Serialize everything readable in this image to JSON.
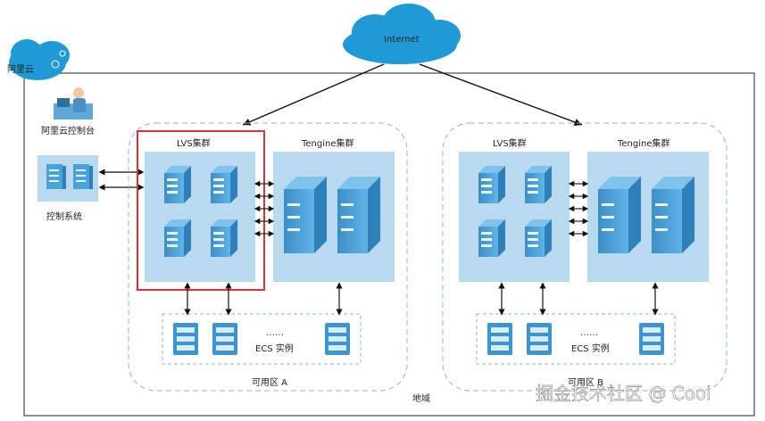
{
  "cloud_internet": {
    "label": "Internet"
  },
  "aliyun": {
    "label": "阿里云"
  },
  "console": {
    "label": "阿里云控制台"
  },
  "control_system": {
    "label": "控制系统"
  },
  "zone_a": {
    "label": "可用区 A",
    "lvs_label": "LVS集群",
    "tengine_label": "Tengine集群",
    "ecs_label": "ECS 实例",
    "ellipsis": "……"
  },
  "zone_b": {
    "label": "可用区 B",
    "lvs_label": "LVS集群",
    "tengine_label": "Tengine集群",
    "ecs_label": "ECS 实例",
    "ellipsis": "……"
  },
  "region": {
    "label": "地域"
  },
  "watermark": {
    "text": "掘金技术社区 @ Cool"
  },
  "colors": {
    "cluster_fill": "#b9d9ef",
    "server_fill": "#4aa3d8",
    "highlight": "#d9343a",
    "dashed": "#8fb7c4"
  }
}
